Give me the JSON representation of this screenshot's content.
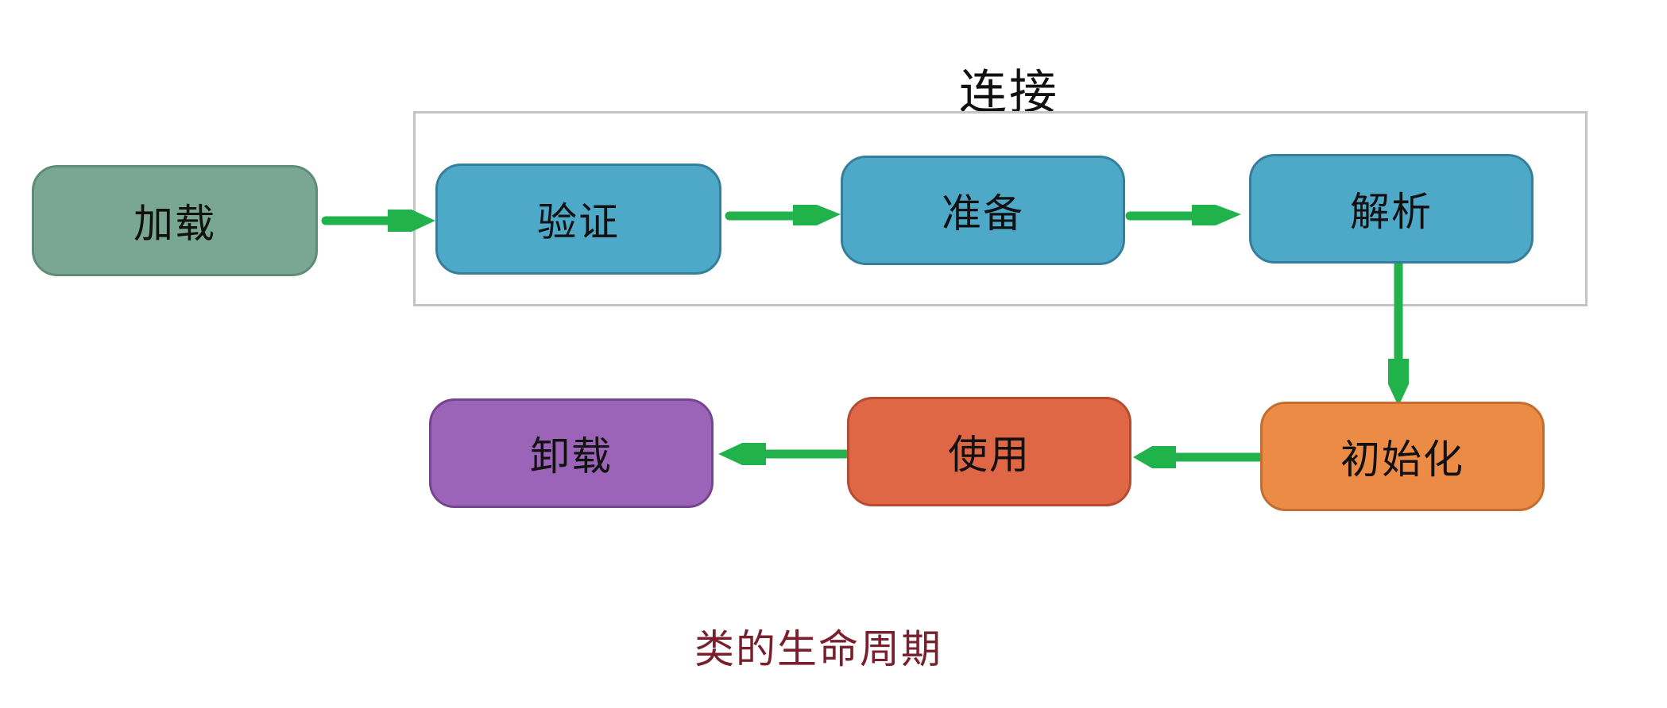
{
  "group": {
    "label": "连接"
  },
  "nodes": {
    "load": {
      "label": "加载"
    },
    "verify": {
      "label": "验证"
    },
    "prepare": {
      "label": "准备"
    },
    "resolve": {
      "label": "解析"
    },
    "init": {
      "label": "初始化"
    },
    "use": {
      "label": "使用"
    },
    "unload": {
      "label": "卸载"
    }
  },
  "caption": "类的生命周期",
  "colors": {
    "load": "#7aa793",
    "connect": "#4ea8c8",
    "init": "#eb8b45",
    "use": "#df6745",
    "unload": "#9b64b8",
    "arrow": "#22b24c"
  }
}
